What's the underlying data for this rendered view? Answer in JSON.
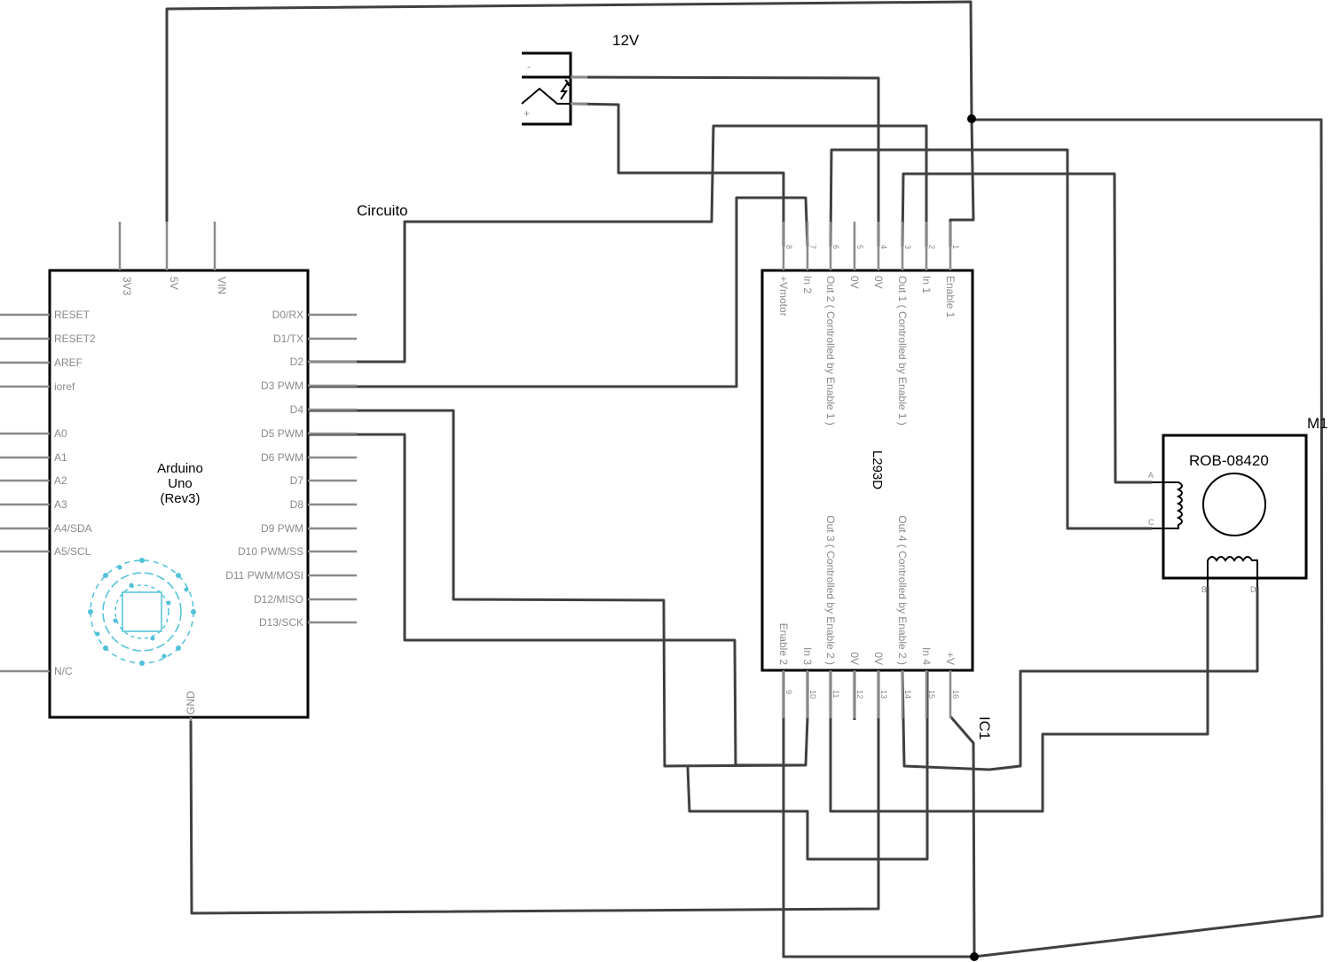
{
  "labels": {
    "supply": "12V",
    "net": "Circuito",
    "motor_ref": "M1",
    "motor_part": "ROB-08420",
    "ic_ref": "IC1",
    "ic_part": "L293D",
    "arduino_line1": "Arduino",
    "arduino_line2": "Uno",
    "arduino_line3": "(Rev3)",
    "jack_minus": "-",
    "jack_plus": "+"
  },
  "arduino": {
    "top_pins": [
      "3V3",
      "5V",
      "VIN"
    ],
    "left_pins": [
      "RESET",
      "RESET2",
      "AREF",
      "ioref",
      "A0",
      "A1",
      "A2",
      "A3",
      "A4/SDA",
      "A5/SCL",
      "N/C"
    ],
    "right_pins": [
      "D0/RX",
      "D1/TX",
      "D2",
      "D3 PWM",
      "D4",
      "D5 PWM",
      "D6 PWM",
      "D7",
      "D8",
      "D9 PWM",
      "D10 PWM/SS",
      "D11 PWM/MOSI",
      "D12/MISO",
      "D13/SCK"
    ],
    "bottom_pin": "GND"
  },
  "ic": {
    "top_labels": [
      "+Vmotor",
      "In 2",
      "Out 2 ( Controlled by Enable 1 )",
      "0V",
      "0V",
      "Out 1 ( Controlled by Enable 1 )",
      "In 1",
      "Enable 1"
    ],
    "top_numbers": [
      "8",
      "7",
      "6",
      "5",
      "4",
      "3",
      "2",
      "1"
    ],
    "bottom_labels": [
      "Enable 2",
      "In 3",
      "Out 3 ( Controlled by Enable 2 )",
      "0V",
      "0V",
      "Out 4 ( Controlled by Enable 2 )",
      "In 4",
      "+V"
    ],
    "bottom_numbers": [
      "9",
      "10",
      "11",
      "12",
      "13",
      "14",
      "15",
      "16"
    ]
  },
  "motor": {
    "pins": [
      "A",
      "C",
      "B",
      "D"
    ]
  }
}
